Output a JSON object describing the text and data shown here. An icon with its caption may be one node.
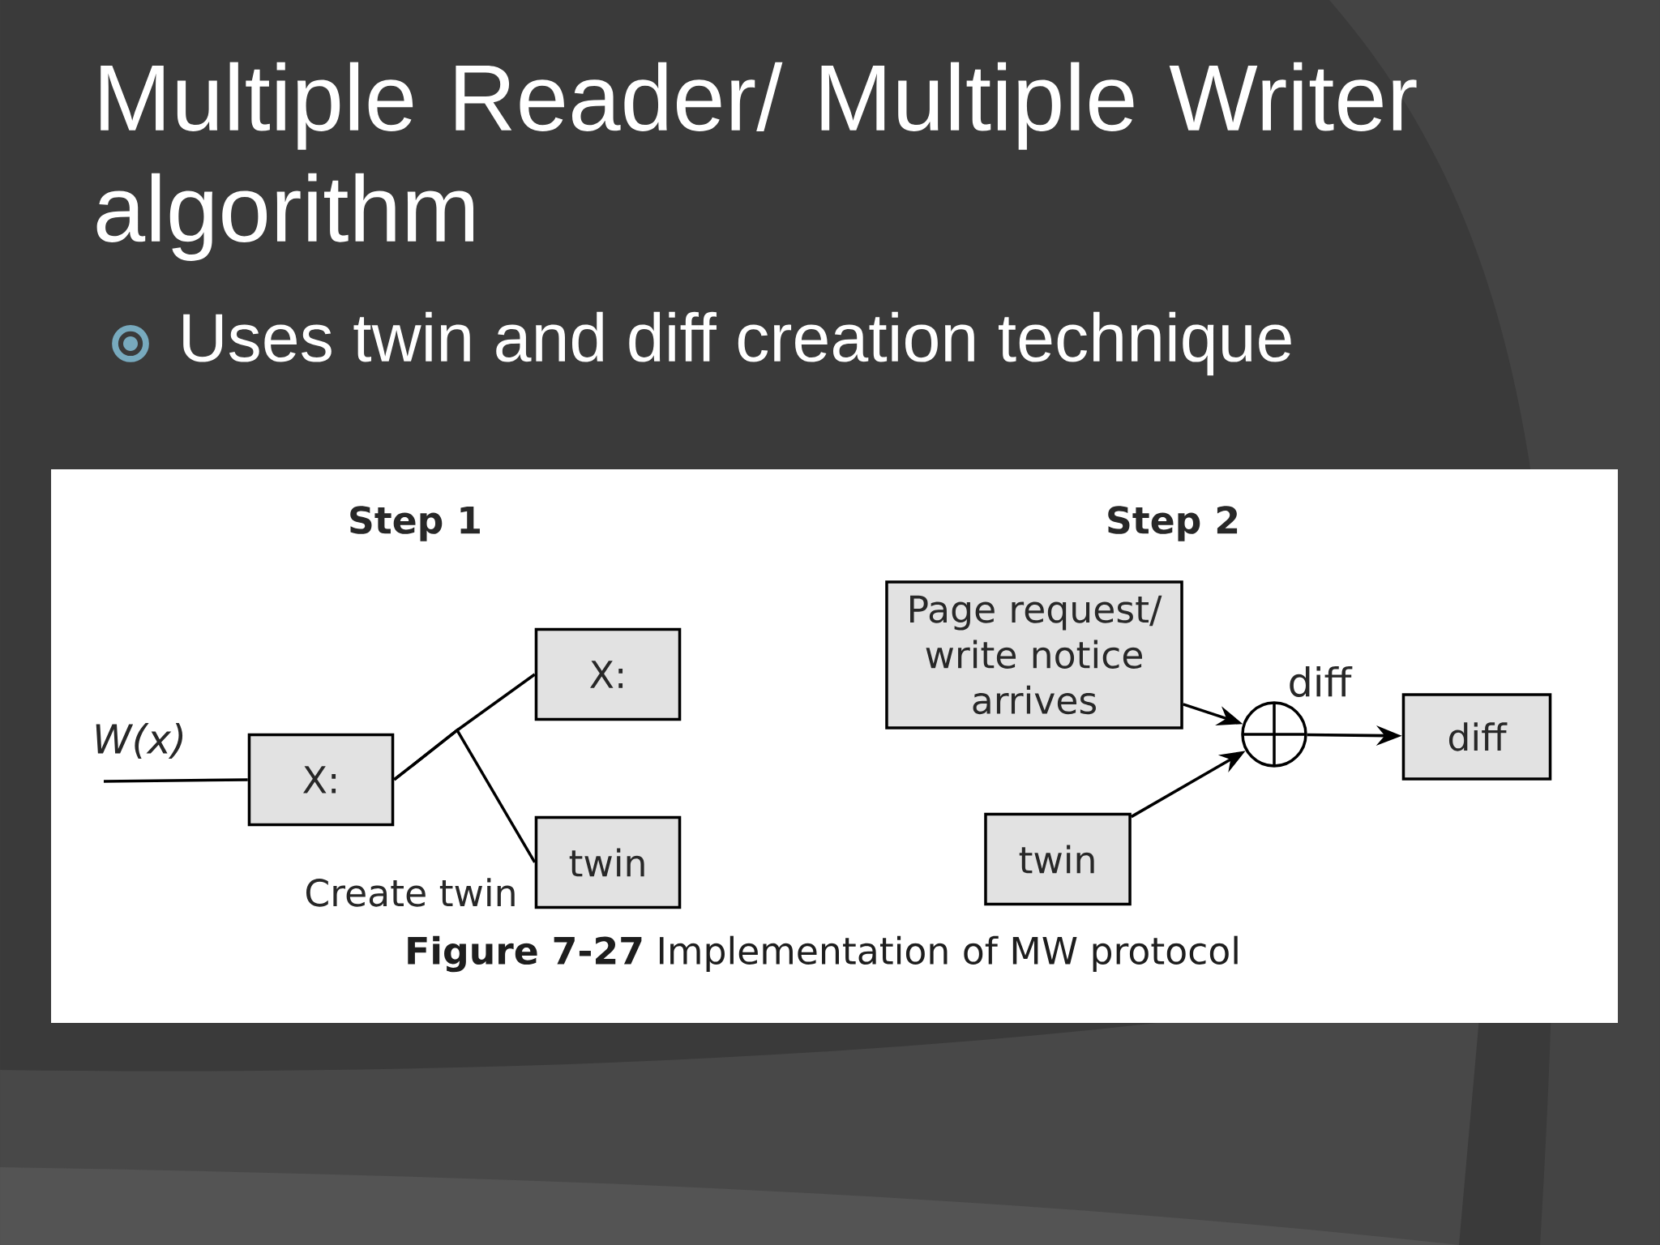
{
  "diagram": {
    "title": "Multiple Reader/ Multiple Writer algorithm",
    "caption": "**Figure 7-27**  Implementation of MW protocol",
    "nodes": [
      {
        "text": [
          "X:"
        ]
      },
      {
        "text": [
          "X:"
        ]
      },
      {
        "text": [
          "twin"
        ]
      },
      {
        "text": [
          "Page request/ write notice arrives"
        ]
      },
      {
        "text": [],
        "shape": "circle"
      },
      {
        "text": [
          "twin"
        ]
      },
      {
        "text": [
          "diff"
        ]
      }
    ],
    "edges": [
      {
        "from": null,
        "to": 0,
        "arrow": "none",
        "label": "W(x)"
      },
      {
        "from": 0,
        "to": 1,
        "arrow": "none"
      },
      {
        "from": 0,
        "to": 2,
        "arrow": "none"
      },
      {
        "from": 3,
        "to": 4,
        "arrow": "to"
      },
      {
        "from": 5,
        "to": 4,
        "arrow": "to"
      },
      {
        "from": 4,
        "to": 6,
        "arrow": "to",
        "label": "diff"
      }
    ],
    "labels": [
      "Uses twin and diff creation technique",
      "Step 1",
      "Step 2",
      "Create twin"
    ]
  }
}
